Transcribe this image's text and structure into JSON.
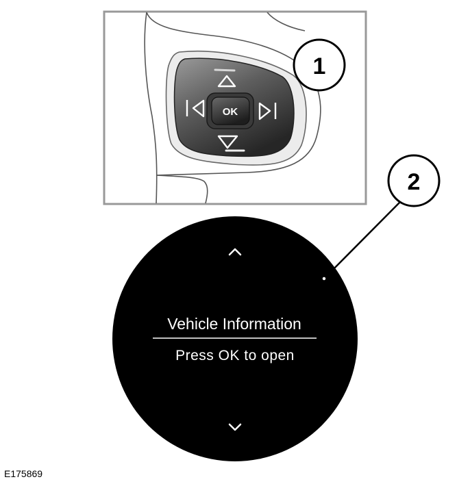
{
  "callouts": {
    "switch": "1",
    "display": "2"
  },
  "switchpad": {
    "ok_label": "OK"
  },
  "display": {
    "title": "Vehicle Information",
    "subtitle": "Press OK to open"
  },
  "figure_id": "E175869",
  "colors": {
    "frame": "#999999",
    "screen": "#000000",
    "pad_light": "#8a8a8a",
    "pad_dark": "#2a2a2a",
    "text_on_screen": "#ffffff"
  },
  "icons": {
    "pad_up": "triangle-up-icon",
    "pad_down": "triangle-down-icon",
    "pad_left": "triangle-left-icon",
    "pad_right": "triangle-right-icon",
    "screen_up": "chevron-up-icon",
    "screen_down": "chevron-down-icon"
  }
}
